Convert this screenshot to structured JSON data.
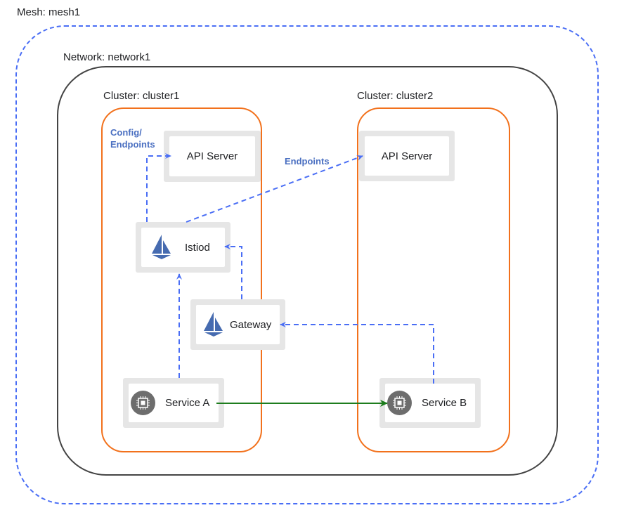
{
  "mesh": {
    "label": "Mesh: mesh1"
  },
  "network": {
    "label": "Network: network1"
  },
  "clusters": [
    {
      "label": "Cluster: cluster1"
    },
    {
      "label": "Cluster: cluster2"
    }
  ],
  "nodes": {
    "api_server_1": {
      "label": "API Server"
    },
    "istiod": {
      "label": "Istiod",
      "icon": "istio-sail-icon"
    },
    "gateway": {
      "label": "Gateway",
      "icon": "istio-sail-icon"
    },
    "service_a": {
      "label": "Service A",
      "icon": "chip-icon"
    },
    "api_server_2": {
      "label": "API Server"
    },
    "service_b": {
      "label": "Service B",
      "icon": "chip-icon"
    }
  },
  "edge_labels": {
    "config_endpoints_line1": "Config/",
    "config_endpoints_line2": "Endpoints",
    "endpoints": "Endpoints"
  },
  "colors": {
    "dashed_edge": "#4a6ef5",
    "traffic_edge": "#1e7d1e",
    "cluster_border": "#f2711c",
    "network_border": "#444444",
    "mesh_border": "#4a6ef5",
    "istio_icon": "#466bb0",
    "chip_icon_bg": "#6d6d6d"
  }
}
